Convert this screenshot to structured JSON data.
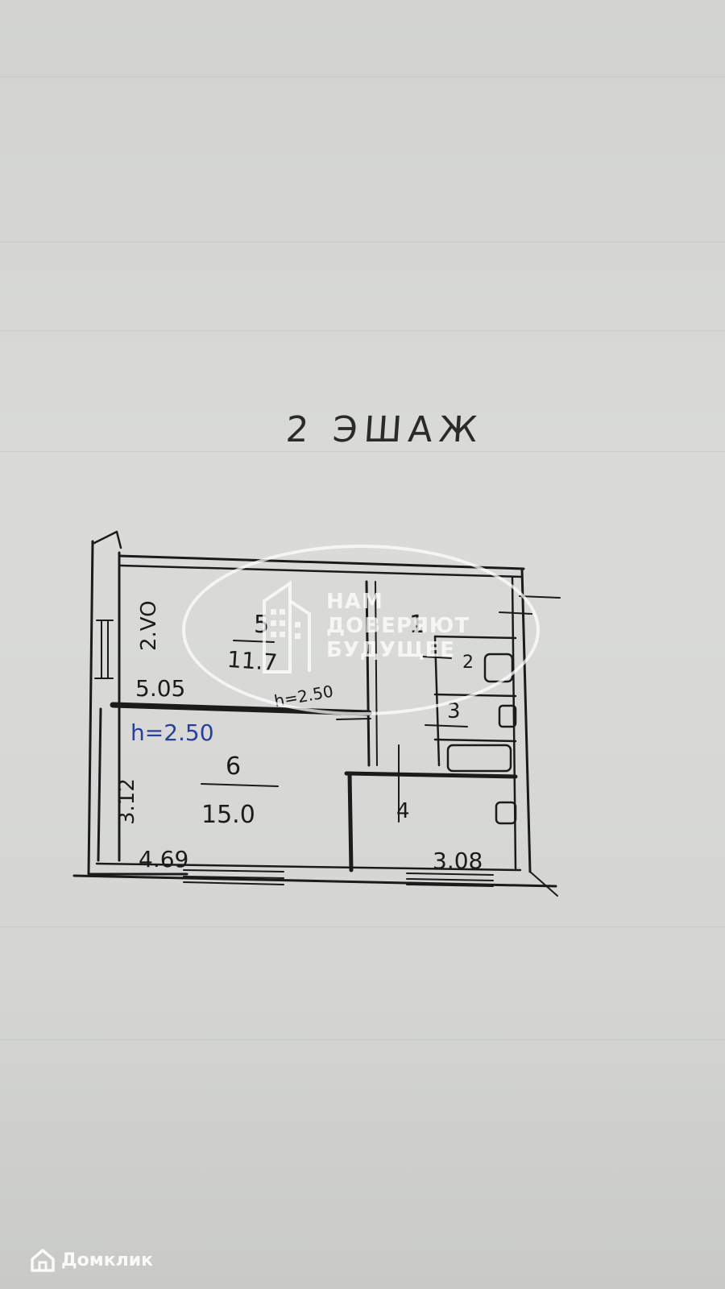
{
  "floor_title": "2 ЭШАЖ",
  "rooms": [
    {
      "number": "1",
      "area": ""
    },
    {
      "number": "2",
      "area": ""
    },
    {
      "number": "3",
      "area": ""
    },
    {
      "number": "4",
      "area": ""
    },
    {
      "number": "5",
      "area": "11.7"
    },
    {
      "number": "6",
      "area": "15.0"
    }
  ],
  "dimensions": {
    "room5_depth": "2.VO",
    "room5_width": "5.05",
    "room5_height": "h=2.50",
    "room6_height": "h=2.50",
    "room6_depth": "3.12",
    "room6_width": "4.69",
    "room4_width": "3.08"
  },
  "watermark": {
    "lines": [
      "НАМ",
      "ДОВЕРЯЮТ",
      "БУДУЩЕЕ"
    ]
  },
  "brand": {
    "name": "Домклик"
  },
  "colors": {
    "paper": "#d6d6d3",
    "ink": "#1b1b1b",
    "blue_ink": "#2a3f9a",
    "watermark": "#ffffff"
  }
}
